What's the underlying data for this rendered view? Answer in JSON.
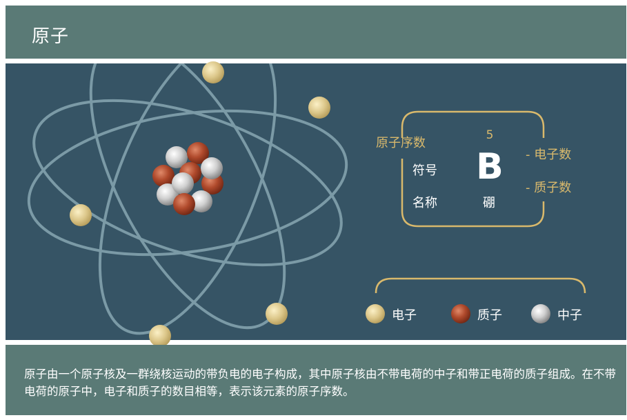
{
  "title": "原子",
  "element": {
    "atomic_number_label": "原子序数",
    "symbol_label": "符号",
    "name_label": "名称",
    "atomic_number": "5",
    "symbol": "B",
    "name": "硼",
    "electron_count_label": "- 电子数",
    "proton_count_label": "- 质子数"
  },
  "legend": {
    "electron": "电子",
    "proton": "质子",
    "neutron": "中子"
  },
  "description": "原子由一个原子核及一群绕核运动的带负电的电子构成，其中原子核由不带电荷的中子和带正电荷的质子组成。在不带电荷的原子中，电子和质子的数目相等，表示该元素的原子序数。",
  "colors": {
    "header_bg": "#5a7a76",
    "main_bg": "#365465",
    "orbit": "#7f9eaa",
    "accent_gold": "#d9b96c",
    "electron": "#dcc78a",
    "proton": "#b04a2c",
    "neutron": "#c9c9c9"
  }
}
